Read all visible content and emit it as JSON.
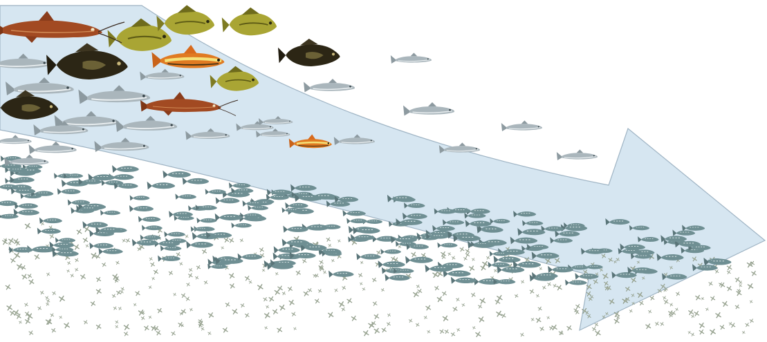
{
  "colors": {
    "background": "#ffffff",
    "arrow_fill": "#d6e6f1",
    "arrow_stroke": "#9fb4c4",
    "catfish": "#a24a22",
    "bass_dark": "#2c2615",
    "sunfish": "#a9a534",
    "herring": "#aab6bc",
    "anchovy": "#6f8f93",
    "plankton": "#8d9a88"
  },
  "illustration": {
    "arrow": "curved-arrow",
    "groups": [
      {
        "name": "catfish",
        "icon": "catfish-icon"
      },
      {
        "name": "black-bass",
        "icon": "bass-icon"
      },
      {
        "name": "sunfish",
        "icon": "sunfish-icon"
      },
      {
        "name": "golden-fish",
        "icon": "golden-fish-icon"
      },
      {
        "name": "herring",
        "icon": "herring-icon"
      },
      {
        "name": "anchovy-school",
        "icon": "small-fish-icon"
      },
      {
        "name": "plankton",
        "icon": "plankton-icon"
      }
    ]
  }
}
